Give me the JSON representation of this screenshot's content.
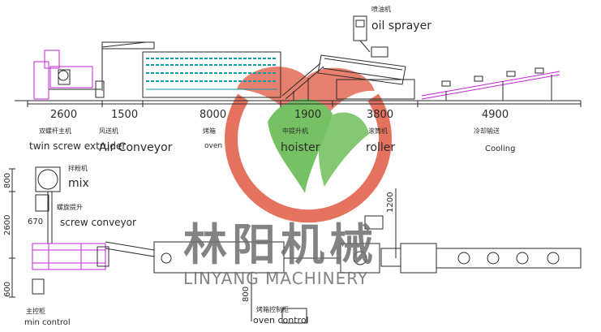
{
  "elevation": {
    "dimensions": [
      "2600",
      "1500",
      "8000",
      "1900",
      "3800",
      "4900"
    ],
    "machines": [
      {
        "zh": "双螺杆主机",
        "en": "twin screw extruder"
      },
      {
        "zh": "风送机",
        "en": "Air Conveyor"
      },
      {
        "zh": "烤箱",
        "en": "oven"
      },
      {
        "zh": "中提升机",
        "en": "hoister"
      },
      {
        "zh": "滚筒机",
        "en": "roller"
      },
      {
        "zh": "冷却输送",
        "en": "Cooling"
      }
    ],
    "sprayer": {
      "zh": "喷油机",
      "en": "oil sprayer"
    }
  },
  "plan": {
    "mix": {
      "zh": "拌粉机",
      "en": "mix"
    },
    "screw_conveyor": {
      "zh": "螺旋提升",
      "en": "screw conveyor"
    },
    "main_control": {
      "zh": "主控柜",
      "en": "min control"
    },
    "oven_control": {
      "zh": "烤箱控制柜",
      "en": "oven control"
    },
    "dims": {
      "d800_top": "800",
      "d2600": "2600",
      "d670": "670",
      "d600": "600",
      "d1200": "1200",
      "d800_bottom": "800"
    }
  },
  "watermark": {
    "zh": "林阳机械",
    "en": "LINYANG MACHINERY"
  },
  "colors": {
    "line": "#2a2a2a",
    "magenta": "#c026d3",
    "teal": "#0e9aa7",
    "wm_red": "#e05a43",
    "wm_green": "#5fb74a",
    "wm_text": "#6e6e6e"
  }
}
